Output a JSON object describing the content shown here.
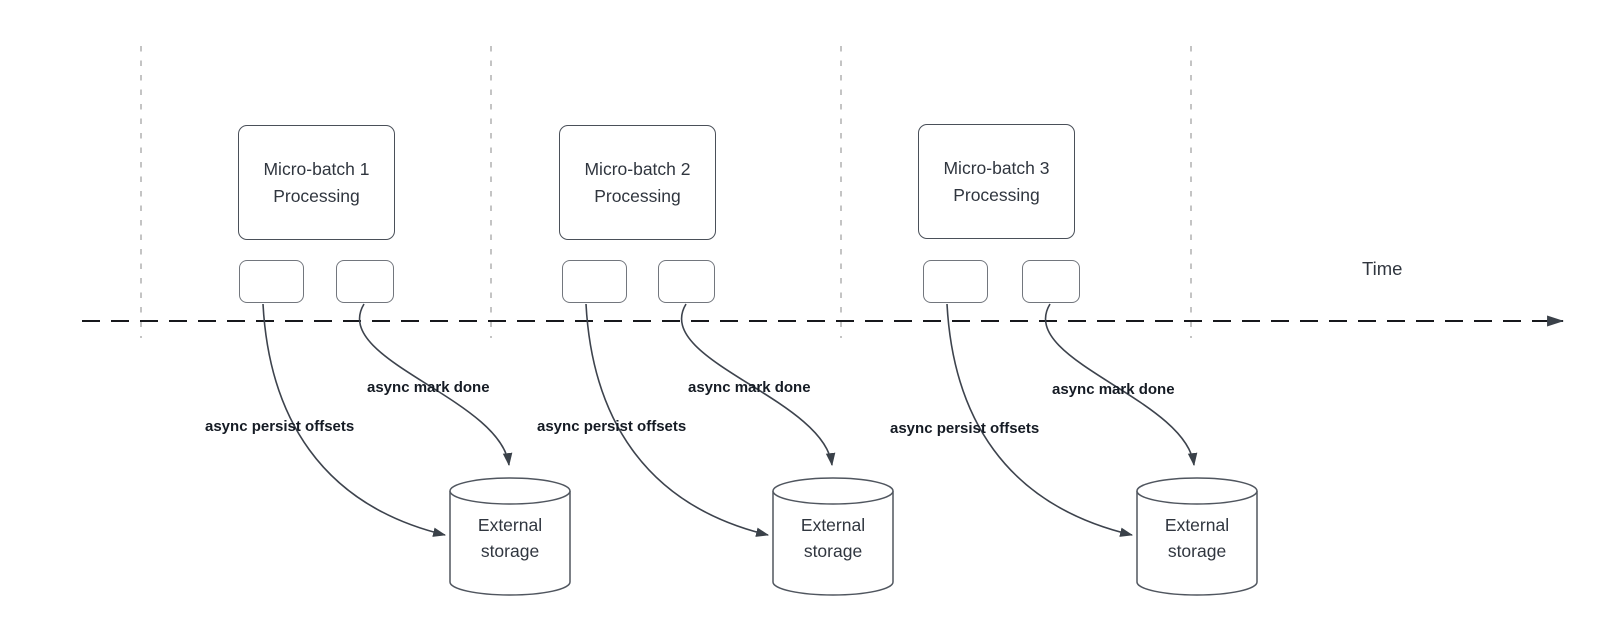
{
  "diagram": {
    "time_label": "Time",
    "groups": [
      {
        "box_line1": "Micro-batch 1",
        "box_line2": "Processing",
        "persist_label": "async persist offsets",
        "mark_label": "async mark done",
        "storage_line1": "External",
        "storage_line2": "storage"
      },
      {
        "box_line1": "Micro-batch 2",
        "box_line2": "Processing",
        "persist_label": "async persist offsets",
        "mark_label": "async mark done",
        "storage_line1": "External",
        "storage_line2": "storage"
      },
      {
        "box_line1": "Micro-batch 3",
        "box_line2": "Processing",
        "persist_label": "async persist offsets",
        "mark_label": "async mark done",
        "storage_line1": "External",
        "storage_line2": "storage"
      }
    ],
    "colors": {
      "curve_stroke": "#3d434d",
      "timeline_stroke": "#17181c",
      "gridline_stroke": "#b0b0b0",
      "box_border": "#4a5059",
      "text": "#30363f",
      "label_text": "#151b24"
    }
  }
}
